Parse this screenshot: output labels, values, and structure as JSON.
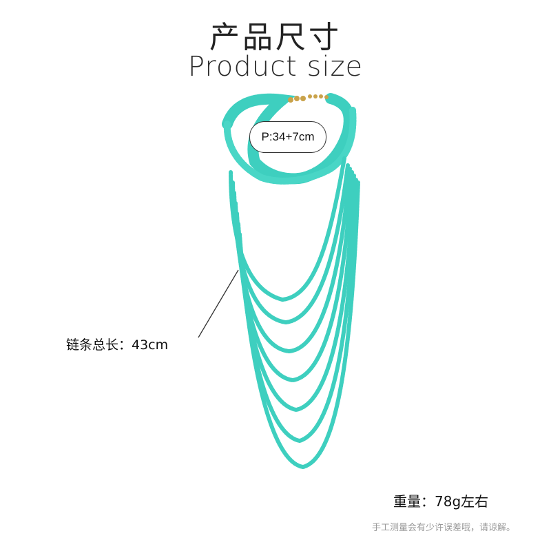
{
  "header": {
    "title_cn": "产品尺寸",
    "title_en": "Product size"
  },
  "product": {
    "image_name": "turquoise-seed-bead-multistrand-necklace",
    "bead_color": "#3ecfbf",
    "clasp_color": "#c9a24a",
    "size_label": "P:34+7cm",
    "length_label": "链条总长：43cm",
    "weight_label": "重量：78g左右",
    "note": "手工测量会有少许误差哦，请谅解。"
  }
}
